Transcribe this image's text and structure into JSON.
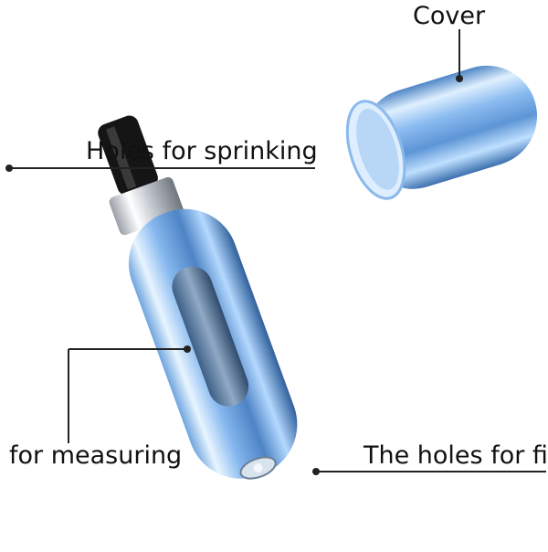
{
  "labels": {
    "cover": "Cover",
    "sprinkling_holes": "Holes for sprinking",
    "measuring": "for measuring",
    "filling_holes": "The holes for fil"
  },
  "colors": {
    "background": "#ffffff",
    "body_blue": "#7fb0e6",
    "body_highlight": "#e7f3ff",
    "body_shadow": "#2f5f9a",
    "nozzle_black": "#151515",
    "silver_ring": "#d8dbe0",
    "leader_line": "#222222"
  }
}
